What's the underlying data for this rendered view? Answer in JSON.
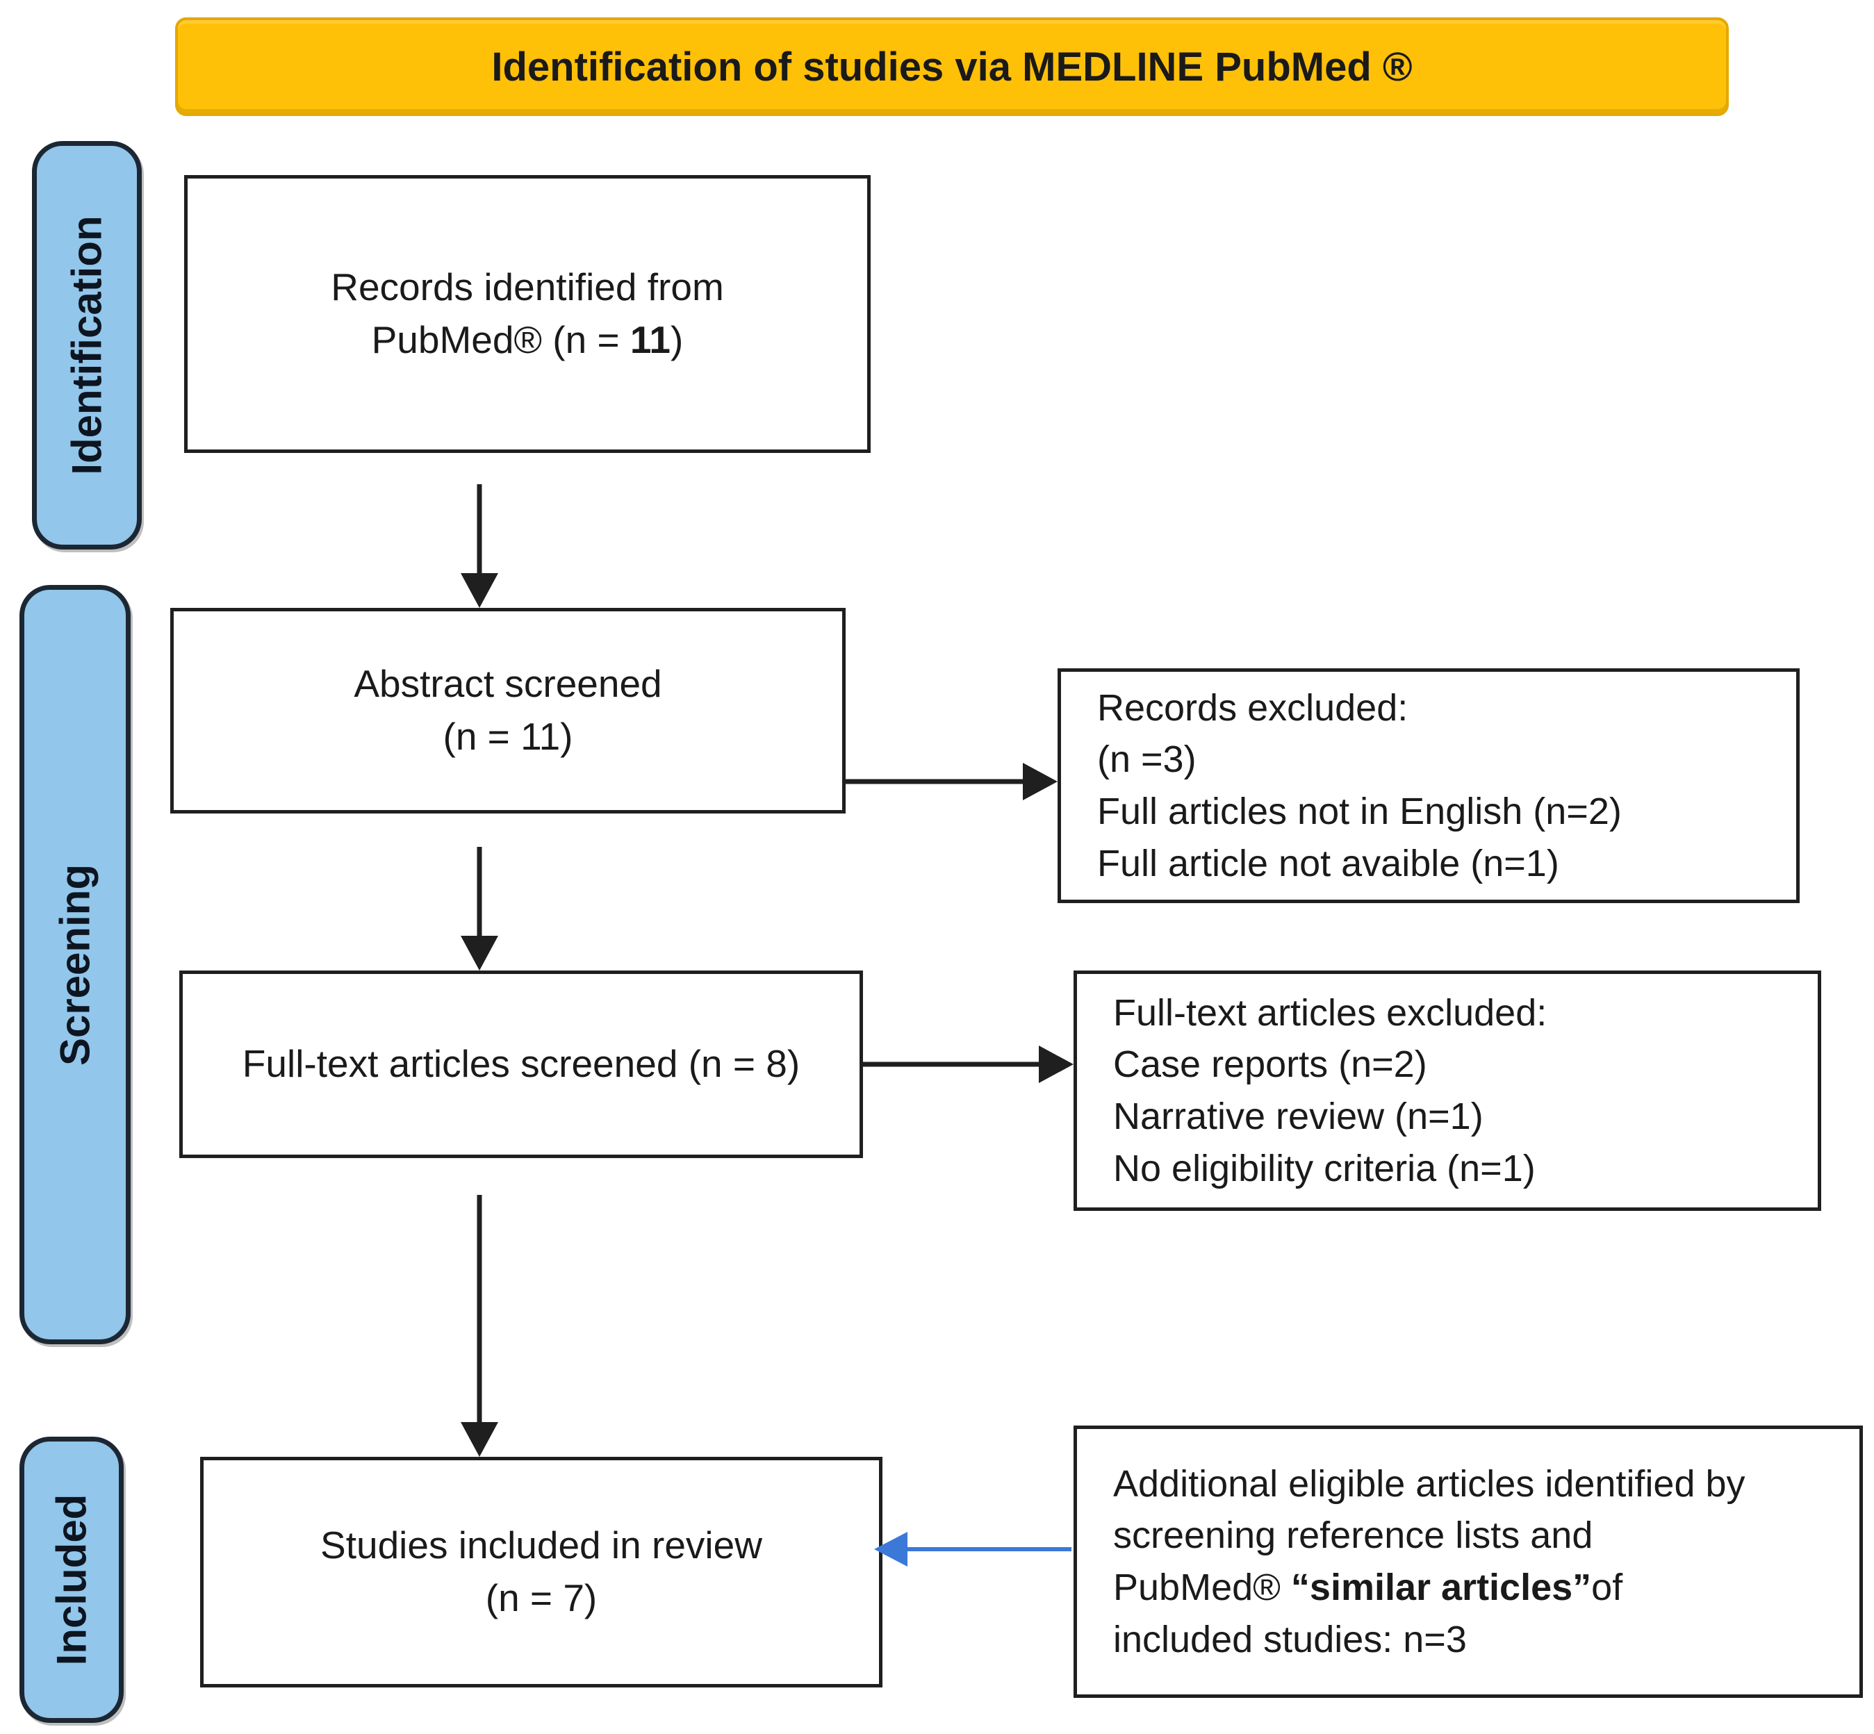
{
  "banner": {
    "title": "Identification of studies via MEDLINE PubMed ®"
  },
  "stages": {
    "identification": "Identification",
    "screening": "Screening",
    "included": "Included"
  },
  "boxes": {
    "records": {
      "line1": "Records identified from",
      "line2_prefix": "PubMed® (n = ",
      "line2_bold": "11",
      "line2_suffix": ")"
    },
    "abstract": {
      "line1": "Abstract screened",
      "line2": "(n = 11)"
    },
    "fulltext": {
      "line1": "Full-text articles screened (n = 8)"
    },
    "included": {
      "line1": "Studies included in review",
      "line2": "(n = 7)"
    },
    "records_excluded": {
      "lines": [
        "Records excluded:",
        "(n =3)",
        "Full articles not in English (n=2)",
        "Full article not avaible (n=1)"
      ]
    },
    "fulltext_excluded": {
      "lines": [
        "Full-text articles excluded:",
        "Case reports (n=2)",
        "Narrative review (n=1)",
        "No eligibility criteria (n=1)"
      ]
    },
    "additional": {
      "line1": "Additional eligible articles identified by",
      "line2": "screening reference lists and",
      "line3_prefix": "PubMed® ",
      "line3_bold": "“similar articles”",
      "line3_suffix": "of",
      "line4": "included studies: n=3"
    }
  },
  "colors": {
    "banner_bg": "#FFC008",
    "banner_border": "#E4A900",
    "stage_bg": "#92C6EA",
    "stage_border": "#1C2733",
    "box_border": "#1F1F1F",
    "text": "#1A1A1A",
    "arrow_black": "#1F1F1F",
    "arrow_blue": "#3B78D8",
    "page_bg": "#FFFFFF"
  }
}
